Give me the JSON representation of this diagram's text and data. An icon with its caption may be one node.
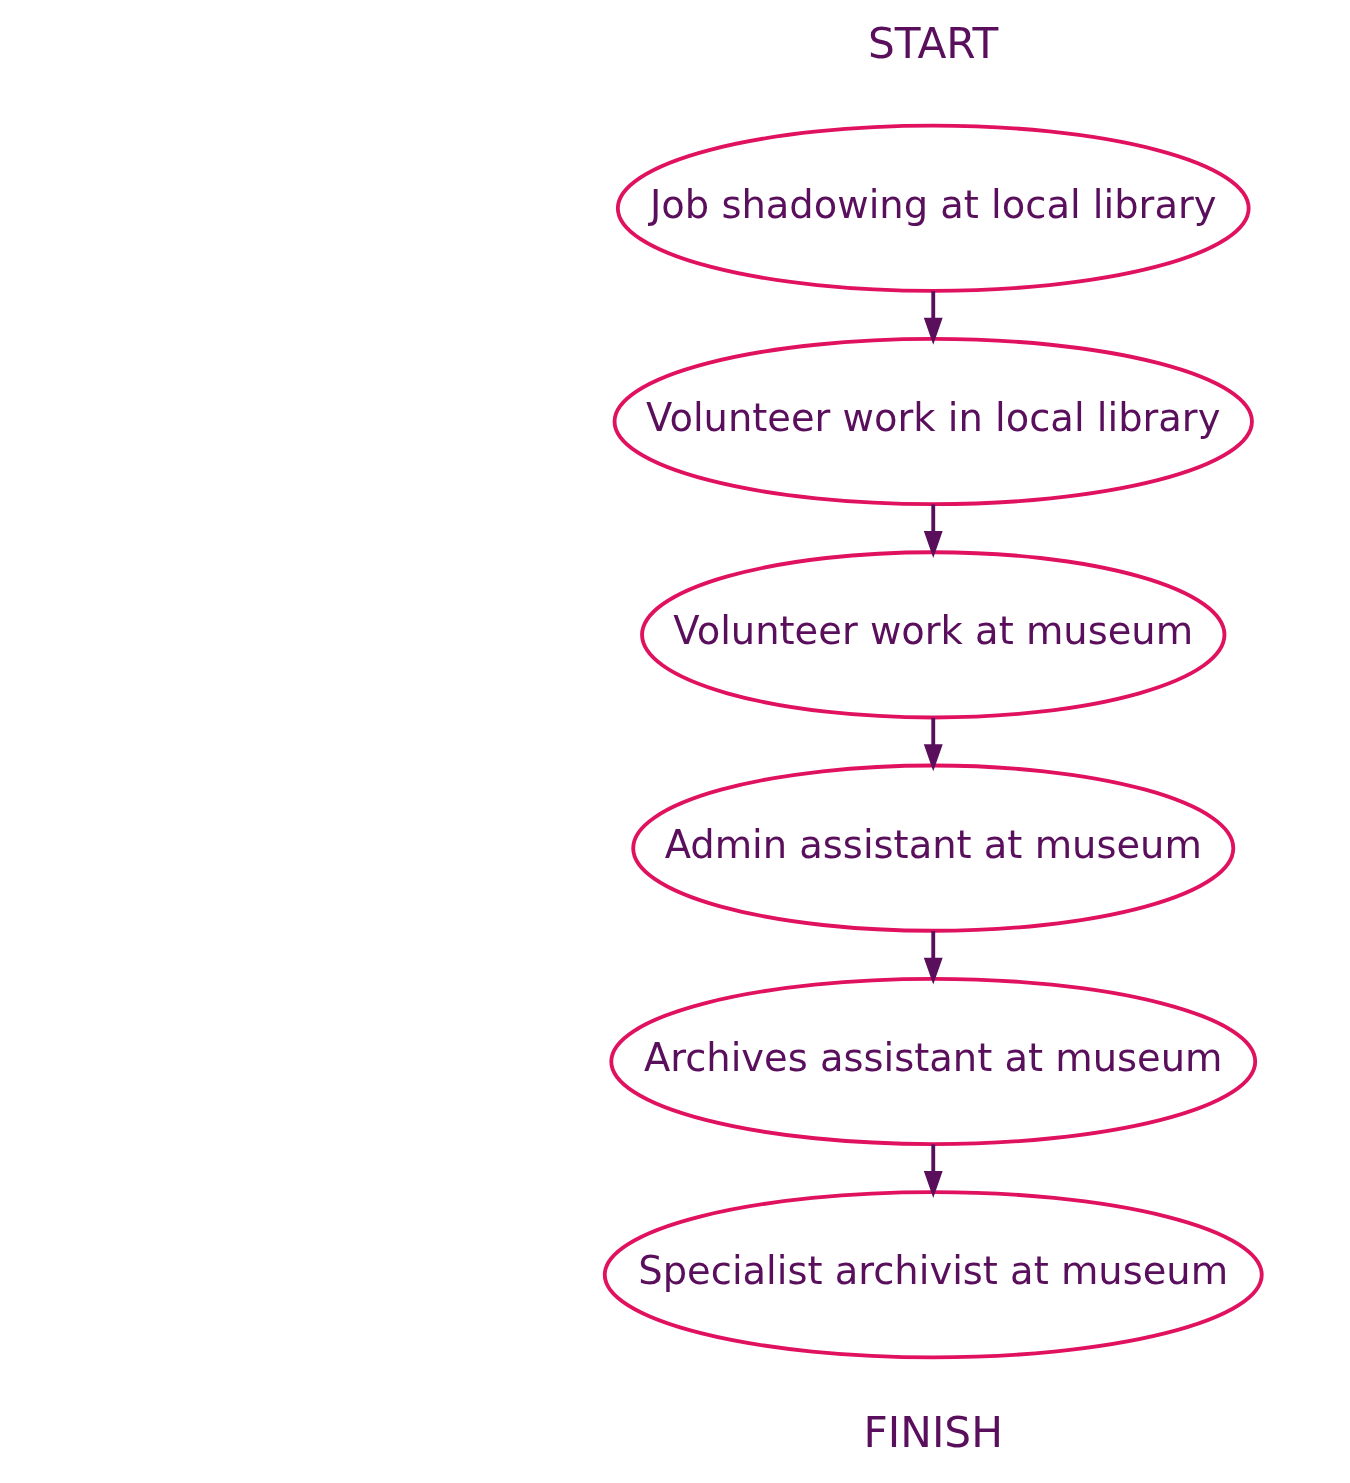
{
  "diagram": {
    "nodes": [
      {
        "text": [
          "Job shadowing at local library"
        ]
      },
      {
        "text": [
          "Volunteer work in local library"
        ]
      },
      {
        "text": [
          "Volunteer work at museum"
        ]
      },
      {
        "text": [
          "Admin assistant at museum"
        ]
      },
      {
        "text": [
          "Archives assistant at museum"
        ]
      },
      {
        "text": [
          "Specialist archivist at museum"
        ]
      }
    ],
    "edges": [
      {
        "from": 0,
        "to": 1,
        "arrow": "to"
      },
      {
        "from": 1,
        "to": 2,
        "arrow": "to"
      },
      {
        "from": 2,
        "to": 3,
        "arrow": "to"
      },
      {
        "from": 3,
        "to": 4,
        "arrow": "to"
      },
      {
        "from": 4,
        "to": 5,
        "arrow": "to"
      }
    ],
    "labels": [
      "START",
      "FINISH"
    ]
  }
}
